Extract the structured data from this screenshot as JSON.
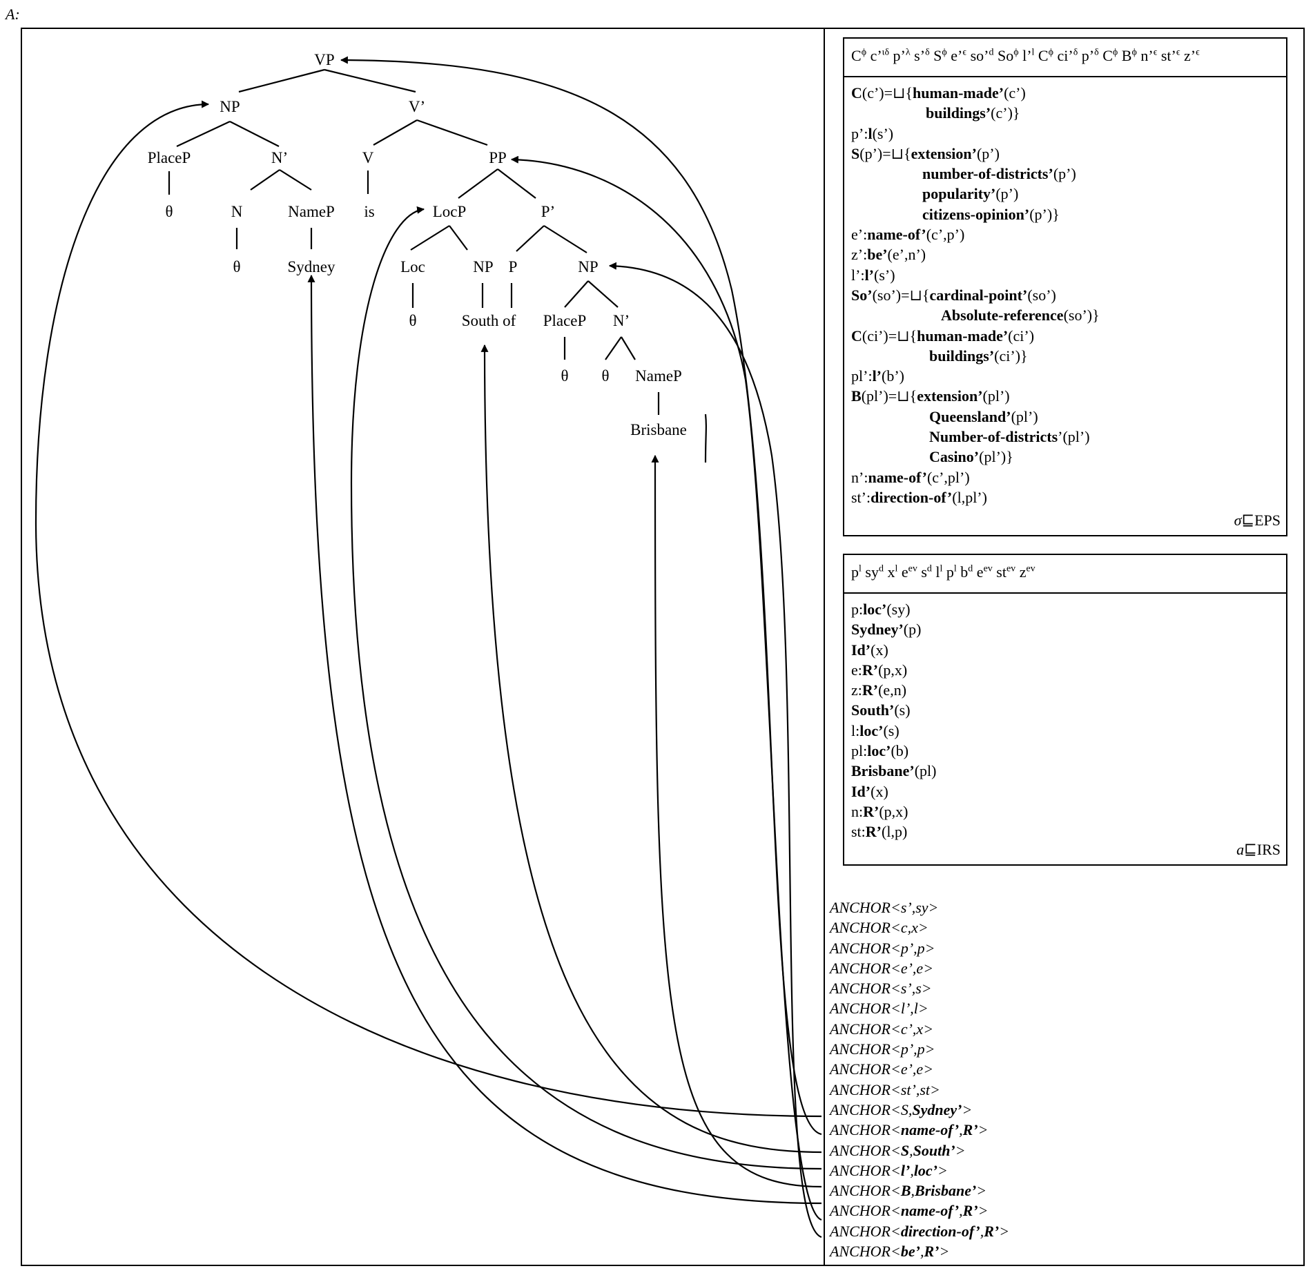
{
  "figure_label": "A:",
  "tree": {
    "nodes": [
      {
        "id": "vp",
        "label": "VP"
      },
      {
        "id": "np1",
        "label": "NP"
      },
      {
        "id": "vbar",
        "label": "V’"
      },
      {
        "id": "placep1",
        "label": "PlaceP"
      },
      {
        "id": "nbar1",
        "label": "N’"
      },
      {
        "id": "v",
        "label": "V"
      },
      {
        "id": "pp",
        "label": "PP"
      },
      {
        "id": "theta1",
        "label": "θ"
      },
      {
        "id": "n1",
        "label": "N"
      },
      {
        "id": "namep1",
        "label": "NameP"
      },
      {
        "id": "is",
        "label": "is"
      },
      {
        "id": "locp",
        "label": "LocP"
      },
      {
        "id": "pbar",
        "label": "P’"
      },
      {
        "id": "theta2",
        "label": "θ"
      },
      {
        "id": "sydney",
        "label": "Sydney"
      },
      {
        "id": "loc",
        "label": "Loc"
      },
      {
        "id": "np2",
        "label": "NP"
      },
      {
        "id": "p",
        "label": "P"
      },
      {
        "id": "np3",
        "label": "NP"
      },
      {
        "id": "theta3",
        "label": "θ"
      },
      {
        "id": "southof",
        "label": "South of"
      },
      {
        "id": "placep2",
        "label": "PlaceP"
      },
      {
        "id": "nbar2",
        "label": "N’"
      },
      {
        "id": "theta4",
        "label": "θ"
      },
      {
        "id": "theta5",
        "label": "θ"
      },
      {
        "id": "namep2",
        "label": "NameP"
      },
      {
        "id": "brisbane",
        "label": "Brisbane"
      }
    ]
  },
  "eps": {
    "header": [
      {
        "t": "C"
      },
      {
        "sup": "ϕ"
      },
      {
        "t": "  c’"
      },
      {
        "sup": "ι"
      },
      {
        "t": ""
      },
      {
        "sup": "δ"
      },
      {
        "t": " p’"
      },
      {
        "sup": "λ"
      },
      {
        "t": " s’"
      },
      {
        "sup": "δ"
      },
      {
        "t": " S"
      },
      {
        "sup": "ϕ"
      },
      {
        "t": " e’"
      },
      {
        "sup": "ϵ"
      },
      {
        "t": " so’"
      },
      {
        "sup": "d"
      },
      {
        "t": " So"
      },
      {
        "sup": "ϕ"
      },
      {
        "t": " l’"
      },
      {
        "sup": "l"
      },
      {
        "t": " C"
      },
      {
        "sup": "ϕ"
      },
      {
        "t": " ci’"
      },
      {
        "sup": "δ"
      },
      {
        "t": " p’"
      },
      {
        "sup": "δ"
      },
      {
        "t": "  C"
      },
      {
        "sup": "ϕ"
      },
      {
        "t": " B"
      },
      {
        "sup": "ϕ"
      },
      {
        "t": " n’"
      },
      {
        "sup": "ϵ"
      },
      {
        "t": " st’"
      },
      {
        "sup": "ϵ"
      },
      {
        "t": " z’"
      },
      {
        "sup": "ϵ"
      }
    ],
    "lines": [
      {
        "indent": 0,
        "segs": [
          {
            "b": "C"
          },
          {
            "t": "(c’)=⊔{"
          },
          {
            "b": "human-made’"
          },
          {
            "t": "(c’)"
          }
        ]
      },
      {
        "indent": 108,
        "segs": [
          {
            "b": "buildings’"
          },
          {
            "t": "(c’)}"
          }
        ]
      },
      {
        "indent": 0,
        "segs": [
          {
            "t": "p’:"
          },
          {
            "b": "l"
          },
          {
            "t": "(s’)"
          }
        ]
      },
      {
        "indent": 0,
        "segs": [
          {
            "b": "S"
          },
          {
            "t": "(p’)=⊔{"
          },
          {
            "b": "extension’"
          },
          {
            "t": "(p’)"
          }
        ]
      },
      {
        "indent": 103,
        "segs": [
          {
            "b": "number-of-districts’"
          },
          {
            "t": "(p’)"
          }
        ]
      },
      {
        "indent": 103,
        "segs": [
          {
            "b": "popularity’"
          },
          {
            "t": "(p’)"
          }
        ]
      },
      {
        "indent": 103,
        "segs": [
          {
            "b": "citizens-opinion’"
          },
          {
            "t": "(p’)}"
          }
        ]
      },
      {
        "indent": 0,
        "segs": [
          {
            "t": "e’:"
          },
          {
            "b": "name-of’"
          },
          {
            "t": "(c’,p’)"
          }
        ]
      },
      {
        "indent": 0,
        "segs": [
          {
            "t": "z’:"
          },
          {
            "b": "be’"
          },
          {
            "t": "(e’,n’)"
          }
        ]
      },
      {
        "indent": 0,
        "segs": [
          {
            "t": "l’:"
          },
          {
            "b": "l’"
          },
          {
            "t": "(s’)"
          }
        ]
      },
      {
        "indent": 0,
        "segs": [
          {
            "b": "So’"
          },
          {
            "t": "(so’)=⊔{"
          },
          {
            "b": "cardinal-point’"
          },
          {
            "t": "(so’)"
          }
        ]
      },
      {
        "indent": 130,
        "segs": [
          {
            "b": "Absolute-reference"
          },
          {
            "t": "(so’)}"
          }
        ]
      },
      {
        "indent": 0,
        "segs": [
          {
            "b": "C"
          },
          {
            "t": "(ci’)=⊔{"
          },
          {
            "b": "human-made’"
          },
          {
            "t": "(ci’)"
          }
        ]
      },
      {
        "indent": 113,
        "segs": [
          {
            "b": "buildings’"
          },
          {
            "t": "(ci’)}"
          }
        ]
      },
      {
        "indent": 0,
        "segs": [
          {
            "t": "pl’:"
          },
          {
            "b": "l’"
          },
          {
            "t": "(b’)"
          }
        ]
      },
      {
        "indent": 0,
        "segs": [
          {
            "b": "B"
          },
          {
            "t": "(pl’)=⊔{"
          },
          {
            "b": "extension’"
          },
          {
            "t": "(pl’)"
          }
        ]
      },
      {
        "indent": 113,
        "segs": [
          {
            "b": "Queensland’"
          },
          {
            "t": "(pl’)"
          }
        ]
      },
      {
        "indent": 113,
        "segs": [
          {
            "b": "Number-of-districts"
          },
          {
            "t": "’(pl’)"
          }
        ]
      },
      {
        "indent": 113,
        "segs": [
          {
            "b": "Casino’"
          },
          {
            "t": "(pl’)}"
          }
        ]
      },
      {
        "indent": 0,
        "segs": [
          {
            "t": "n’:"
          },
          {
            "b": "name-of’"
          },
          {
            "t": "(c’,pl’)"
          }
        ]
      },
      {
        "indent": 0,
        "segs": [
          {
            "t": "st’:"
          },
          {
            "b": "direction-of’"
          },
          {
            "t": "(l,pl’)"
          }
        ]
      }
    ],
    "corner_sym": "σ",
    "corner_rest": "⊑EPS"
  },
  "irs": {
    "header": [
      {
        "t": "p"
      },
      {
        "sup": "l"
      },
      {
        "t": " sy"
      },
      {
        "sup": "d"
      },
      {
        "t": " x"
      },
      {
        "sup": "l"
      },
      {
        "t": " e"
      },
      {
        "sup": "ev"
      },
      {
        "t": " s"
      },
      {
        "sup": "d"
      },
      {
        "t": " l"
      },
      {
        "sup": "l"
      },
      {
        "t": " p"
      },
      {
        "sup": "l"
      },
      {
        "t": " b"
      },
      {
        "sup": "d"
      },
      {
        "t": " e"
      },
      {
        "sup": "ev"
      },
      {
        "t": " st"
      },
      {
        "sup": "ev"
      },
      {
        "t": " z"
      },
      {
        "sup": "ev"
      }
    ],
    "lines": [
      {
        "indent": 0,
        "segs": [
          {
            "t": "p:"
          },
          {
            "b": "loc’"
          },
          {
            "t": "(sy)"
          }
        ]
      },
      {
        "indent": 0,
        "segs": [
          {
            "b": "Sydney’"
          },
          {
            "t": "(p)"
          }
        ]
      },
      {
        "indent": 0,
        "segs": [
          {
            "b": "Id’"
          },
          {
            "t": "(x)"
          }
        ]
      },
      {
        "indent": 0,
        "segs": [
          {
            "t": "e:"
          },
          {
            "b": "R’"
          },
          {
            "t": "(p,x)"
          }
        ]
      },
      {
        "indent": 0,
        "segs": [
          {
            "t": "z:"
          },
          {
            "b": "R’"
          },
          {
            "t": "(e,n)"
          }
        ]
      },
      {
        "indent": 0,
        "segs": [
          {
            "b": "South’"
          },
          {
            "t": "(s)"
          }
        ]
      },
      {
        "indent": 0,
        "segs": [
          {
            "t": "l:"
          },
          {
            "b": "loc’"
          },
          {
            "t": "(s)"
          }
        ]
      },
      {
        "indent": 0,
        "segs": [
          {
            "t": "pl:"
          },
          {
            "b": "loc’"
          },
          {
            "t": "(b)"
          }
        ]
      },
      {
        "indent": 0,
        "segs": [
          {
            "b": "Brisbane’"
          },
          {
            "t": "(pl)"
          }
        ]
      },
      {
        "indent": 0,
        "segs": [
          {
            "b": "Id’"
          },
          {
            "t": "(x)"
          }
        ]
      },
      {
        "indent": 0,
        "segs": [
          {
            "t": "n:"
          },
          {
            "b": "R’"
          },
          {
            "t": "(p,x)"
          }
        ]
      },
      {
        "indent": 0,
        "segs": [
          {
            "t": "st:"
          },
          {
            "b": "R’"
          },
          {
            "t": "(l,p)"
          }
        ]
      }
    ],
    "corner_sym": "a",
    "corner_rest": "⊑IRS"
  },
  "anchors": [
    [
      {
        "t": "ANCHOR<s’,sy>"
      }
    ],
    [
      {
        "t": "ANCHOR<c,x>"
      }
    ],
    [
      {
        "t": "ANCHOR<p’,p>"
      }
    ],
    [
      {
        "t": "ANCHOR<e’,e>"
      }
    ],
    [
      {
        "t": "ANCHOR<s’,s>"
      }
    ],
    [
      {
        "t": "ANCHOR<l’,l>"
      }
    ],
    [
      {
        "t": "ANCHOR<c’,x>"
      }
    ],
    [
      {
        "t": "ANCHOR<p’,p>"
      }
    ],
    [
      {
        "t": "ANCHOR<e’,e>"
      }
    ],
    [
      {
        "t": "ANCHOR<st’,st>"
      }
    ],
    [
      {
        "t": "ANCHOR<S,"
      },
      {
        "b": "Sydney’"
      },
      {
        "t": ">"
      }
    ],
    [
      {
        "t": "ANCHOR<"
      },
      {
        "b": "name-of’"
      },
      {
        "t": ","
      },
      {
        "b": "R’"
      },
      {
        "t": ">"
      }
    ],
    [
      {
        "t": "ANCHOR<"
      },
      {
        "b": "S"
      },
      {
        "t": ","
      },
      {
        "b": "South’"
      },
      {
        "t": ">"
      }
    ],
    [
      {
        "t": "ANCHOR<"
      },
      {
        "b": "l’"
      },
      {
        "t": ","
      },
      {
        "b": "loc’"
      },
      {
        "t": ">"
      }
    ],
    [
      {
        "t": "ANCHOR<"
      },
      {
        "b": "B"
      },
      {
        "t": ","
      },
      {
        "b": "Brisbane’"
      },
      {
        "t": ">"
      }
    ],
    [
      {
        "t": "ANCHOR<"
      },
      {
        "b": "name-of’"
      },
      {
        "t": ","
      },
      {
        "b": "R’"
      },
      {
        "t": ">"
      }
    ],
    [
      {
        "t": "ANCHOR<"
      },
      {
        "b": "direction-of’"
      },
      {
        "t": ","
      },
      {
        "b": "R’"
      },
      {
        "t": ">"
      }
    ],
    [
      {
        "t": "ANCHOR<"
      },
      {
        "b": "be’"
      },
      {
        "t": ","
      },
      {
        "b": "R’"
      },
      {
        "t": ">"
      }
    ]
  ]
}
